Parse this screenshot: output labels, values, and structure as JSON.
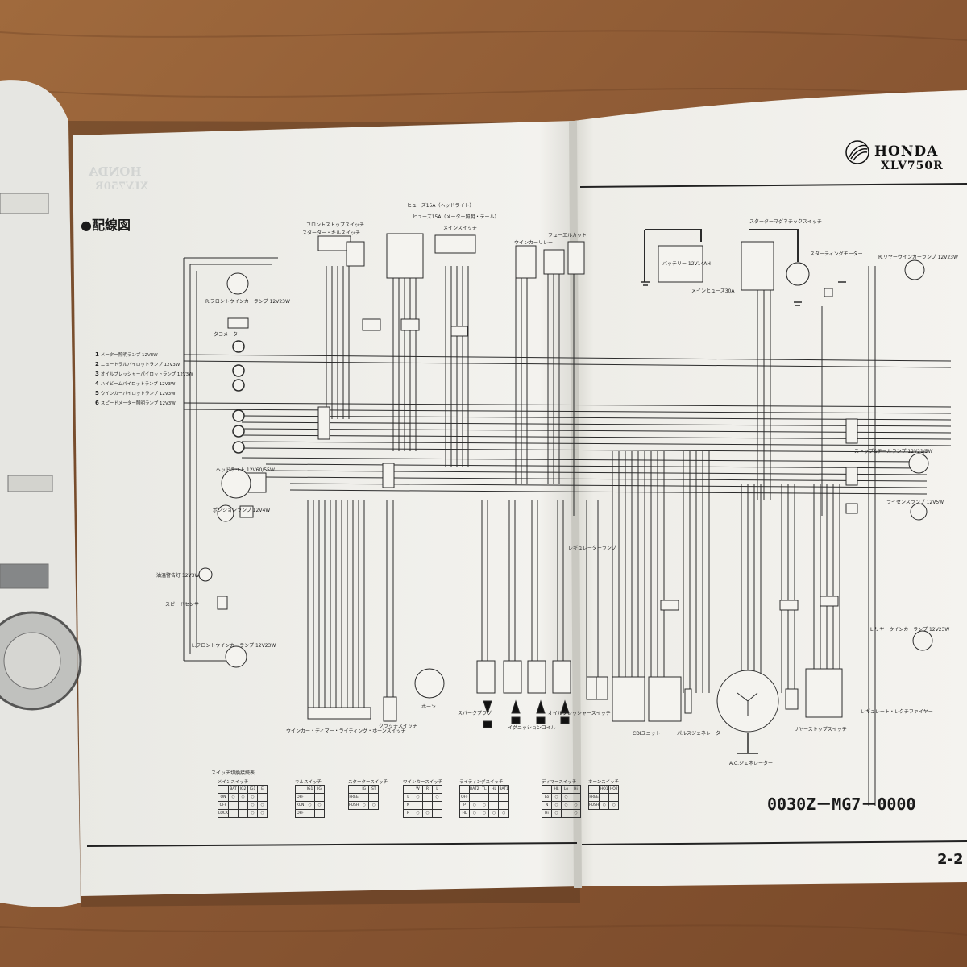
{
  "manual": {
    "brand": "HONDA",
    "model": "XLV750R",
    "section_title": "●配線図",
    "part_number": "0030Z－MG7－0000",
    "page_number": "2-2",
    "ghost_brand": "HONDA",
    "ghost_model": "XLV750R"
  },
  "legend": [
    {
      "num": "1",
      "text": "メーター照明ランプ 12V3W"
    },
    {
      "num": "2",
      "text": "ニュートラルパイロットランプ 12V3W"
    },
    {
      "num": "3",
      "text": "オイルプレッシャーパイロットランプ 12V3W"
    },
    {
      "num": "4",
      "text": "ハイビームパイロットランプ 12V3W"
    },
    {
      "num": "5",
      "text": "ウインカーパイロットランプ 12V3W"
    },
    {
      "num": "6",
      "text": "スピードメーター照明ランプ 12V3W"
    }
  ],
  "labels": {
    "front_stop_switch": "フロントストップスイッチ",
    "starter_kill_switch": "スターター・キルスイッチ",
    "fuse_headlight": "ヒューズ15A（ヘッドライト）",
    "fuse_meter": "ヒューズ15A（メーター照明・テール）",
    "main_switch": "メインスイッチ",
    "winker_relay": "ウインカーリレー",
    "fuel_cut": "フューエルカット",
    "starter_magnetic_switch": "スターターマグネチックスイッチ",
    "battery": "バッテリー 12V14AH",
    "main_fuse": "メインヒューズ30A",
    "starting_motor": "スターティングモーター",
    "r_rear_winker": "R.リヤーウインカーランプ 12V23W",
    "r_front_winker": "R.フロントウインカーランプ 12V23W",
    "tachometer": "タコメーター",
    "headlight": "ヘッドライト 12V60/55W",
    "position_lamp": "ポジションランプ 12V4W",
    "warning_lamp": "油温警告灯 12V3W",
    "speed_sensor": "スピードセンサー",
    "l_front_winker": "L.フロントウインカーランプ 12V23W",
    "handle_switch": "ウインカー・ディマー・ライティング・ホーンスイッチ",
    "clutch_switch": "クラッチスイッチ",
    "horn": "ホーン",
    "spark_plug": "スパークプラグ",
    "ignition_coil": "イグニッションコイル",
    "oil_pressure_switch": "オイルプレッシャースイッチ",
    "regulator_lamp": "レギュレーターランプ",
    "cdi_unit": "CDIユニット",
    "pulse_generator": "パルスジェネレーター",
    "ac_generator": "A.C.ジェネレーター",
    "rear_stop_switch": "リヤーストップスイッチ",
    "regulator_rectifier": "レギュレート・レクチファイヤー",
    "stop_tail_lamp": "ストップ&テールランプ 12V21/5W",
    "license_lamp": "ライセンスランプ 12V5W",
    "l_rear_winker": "L.リヤーウインカーランプ 12V23W",
    "switch_table_title": "スイッチ切換接続表"
  },
  "switch_tables": [
    {
      "title": "メインスイッチ",
      "cols": [
        "BAT",
        "IG2",
        "IG1",
        "E"
      ],
      "rows": [
        "ON",
        "OFF",
        "LOCK"
      ]
    },
    {
      "title": "キルスイッチ",
      "cols": [
        "IG1",
        "IG"
      ],
      "rows": [
        "OFF",
        "RUN",
        "OFF"
      ]
    },
    {
      "title": "スタータースイッチ",
      "cols": [
        "IG",
        "ST"
      ],
      "rows": [
        "FREE",
        "PUSH"
      ]
    },
    {
      "title": "ウインカースイッチ",
      "cols": [
        "W",
        "R",
        "L"
      ],
      "rows": [
        "L",
        "N",
        "R"
      ]
    },
    {
      "title": "ライティングスイッチ",
      "cols": [
        "BAT2",
        "TL",
        "HL",
        "BAT1"
      ],
      "rows": [
        "OFF",
        "P",
        "HL"
      ]
    },
    {
      "title": "ディマースイッチ",
      "cols": [
        "HL",
        "Lo",
        "Hi"
      ],
      "rows": [
        "Lo",
        "N",
        "Hi"
      ]
    },
    {
      "title": "ホーンスイッチ",
      "cols": [
        "HO1",
        "HO2"
      ],
      "rows": [
        "FREE",
        "PUSH"
      ]
    }
  ],
  "colors": {
    "table_wood": "#8a5a33",
    "paper": "#f1efe9",
    "ink": "#1a1a1a"
  }
}
